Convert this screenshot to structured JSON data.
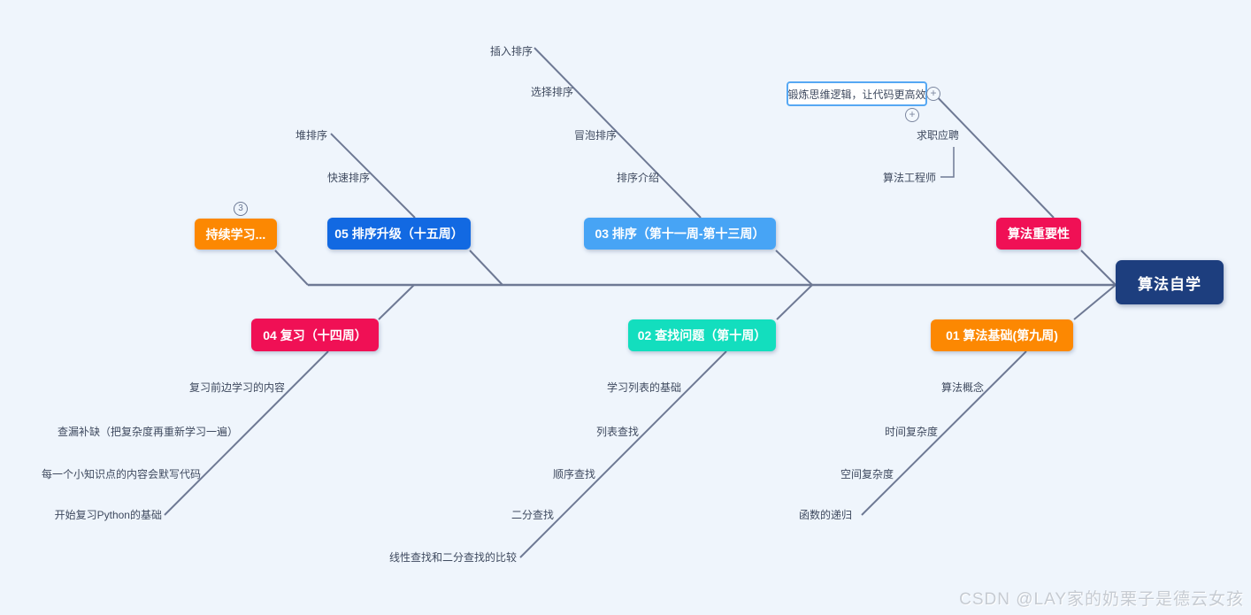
{
  "canvas": {
    "background": "#eff5fc",
    "line_color": "#6e7994",
    "selection_color": "#56a8f3"
  },
  "icons": {
    "plus": "+"
  },
  "root": {
    "label": "算法自学",
    "color": "#1d3e7e"
  },
  "branches": [
    {
      "label": "持续学习...",
      "color": "#fc8802",
      "collapsed_count": "3",
      "children": []
    },
    {
      "label": "05 排序升级（十五周）",
      "color": "#1269e2",
      "children": [
        "堆排序",
        "快速排序"
      ]
    },
    {
      "label": "03 排序（第十一周-第十三周）",
      "color": "#47a4f5",
      "children": [
        "插入排序",
        "选择排序",
        "冒泡排序",
        "排序介绍"
      ]
    },
    {
      "label": "算法重要性",
      "color": "#f01055",
      "children": [
        "锻炼思维逻辑，让代码更高效",
        "求职应聘",
        "算法工程师"
      ]
    },
    {
      "label": "04 复习（十四周）",
      "color": "#f01055",
      "children": [
        "复习前边学习的内容",
        "查漏补缺（把复杂度再重新学习一遍）",
        "每一个小知识点的内容会默写代码",
        "开始复习Python的基础"
      ]
    },
    {
      "label": "02 查找问题（第十周）",
      "color": "#13debe",
      "children": [
        "学习列表的基础",
        "列表查找",
        "顺序查找",
        "二分查找",
        "线性查找和二分查找的比较"
      ]
    },
    {
      "label": "01 算法基础(第九周)",
      "color": "#fc8802",
      "children": [
        "算法概念",
        "时间复杂度",
        "空间复杂度",
        "函数的递归"
      ]
    }
  ],
  "watermark": {
    "text": "CSDN @LAY家的奶栗子是德云女孩"
  }
}
